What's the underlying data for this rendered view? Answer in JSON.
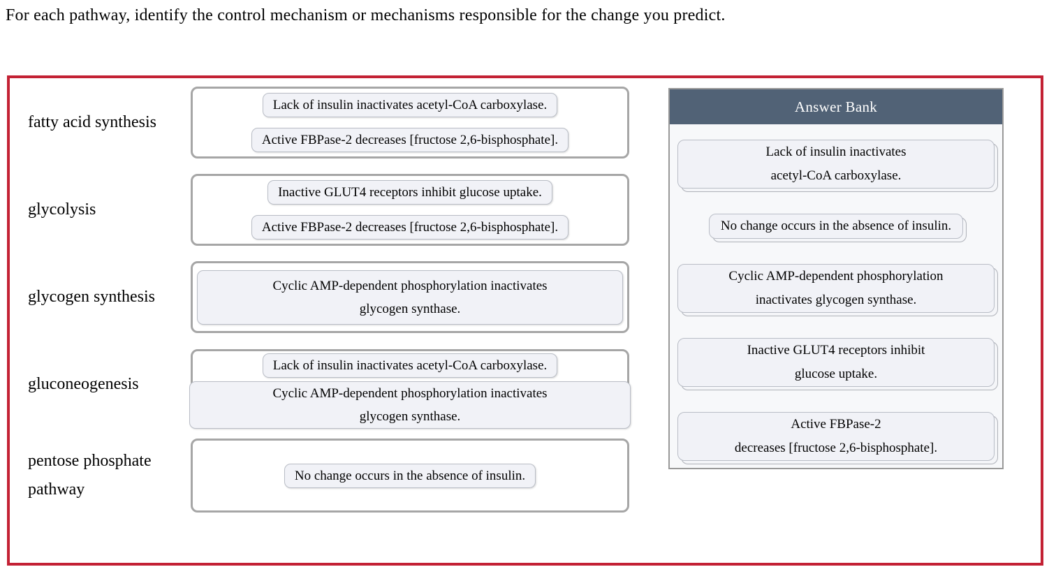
{
  "question": "For each pathway, identify the control mechanism or mechanisms responsible for the change you predict.",
  "pathways": [
    {
      "label_lines": [
        "fatty acid synthesis"
      ],
      "answers": [
        {
          "lines": [
            "Lack of insulin inactivates acetyl-CoA carboxylase."
          ]
        },
        {
          "lines": [
            "Active FBPase-2 decreases [fructose 2,6-bisphosphate]."
          ]
        }
      ]
    },
    {
      "label_lines": [
        "glycolysis"
      ],
      "answers": [
        {
          "lines": [
            "Inactive GLUT4 receptors inhibit glucose uptake."
          ]
        },
        {
          "lines": [
            "Active FBPase-2 decreases [fructose 2,6-bisphosphate]."
          ]
        }
      ]
    },
    {
      "label_lines": [
        "glycogen synthesis"
      ],
      "answers": [
        {
          "lines": [
            "Cyclic AMP-dependent phosphorylation inactivates",
            "glycogen synthase."
          ]
        }
      ]
    },
    {
      "label_lines": [
        "gluconeogenesis"
      ],
      "answers": [
        {
          "lines": [
            "Lack of insulin inactivates acetyl-CoA carboxylase."
          ]
        },
        {
          "lines": [
            "Cyclic AMP-dependent phosphorylation inactivates",
            "glycogen synthase."
          ]
        }
      ]
    },
    {
      "label_lines": [
        "pentose phosphate",
        "pathway"
      ],
      "answers": [
        {
          "lines": [
            "No change occurs in the absence of insulin."
          ]
        }
      ]
    }
  ],
  "answer_bank": {
    "title": "Answer Bank",
    "items": [
      {
        "lines": [
          "Lack of insulin inactivates",
          "acetyl-CoA carboxylase."
        ]
      },
      {
        "lines": [
          "No change occurs in the absence of insulin."
        ]
      },
      {
        "lines": [
          "Cyclic AMP-dependent phosphorylation",
          "inactivates glycogen synthase."
        ]
      },
      {
        "lines": [
          "Inactive GLUT4 receptors inhibit",
          "glucose uptake."
        ]
      },
      {
        "lines": [
          "Active FBPase-2",
          "decreases [fructose 2,6-bisphosphate]."
        ]
      }
    ]
  },
  "colors": {
    "frame_border": "#c32134",
    "bank_header_bg": "#516276",
    "bank_header_text": "#ffffff",
    "chip_bg": "#f1f2f7",
    "chip_border": "#b9bdc6",
    "zone_border": "#a6a6a6",
    "bank_bg": "#f7f8fa",
    "bank_border": "#999999"
  }
}
